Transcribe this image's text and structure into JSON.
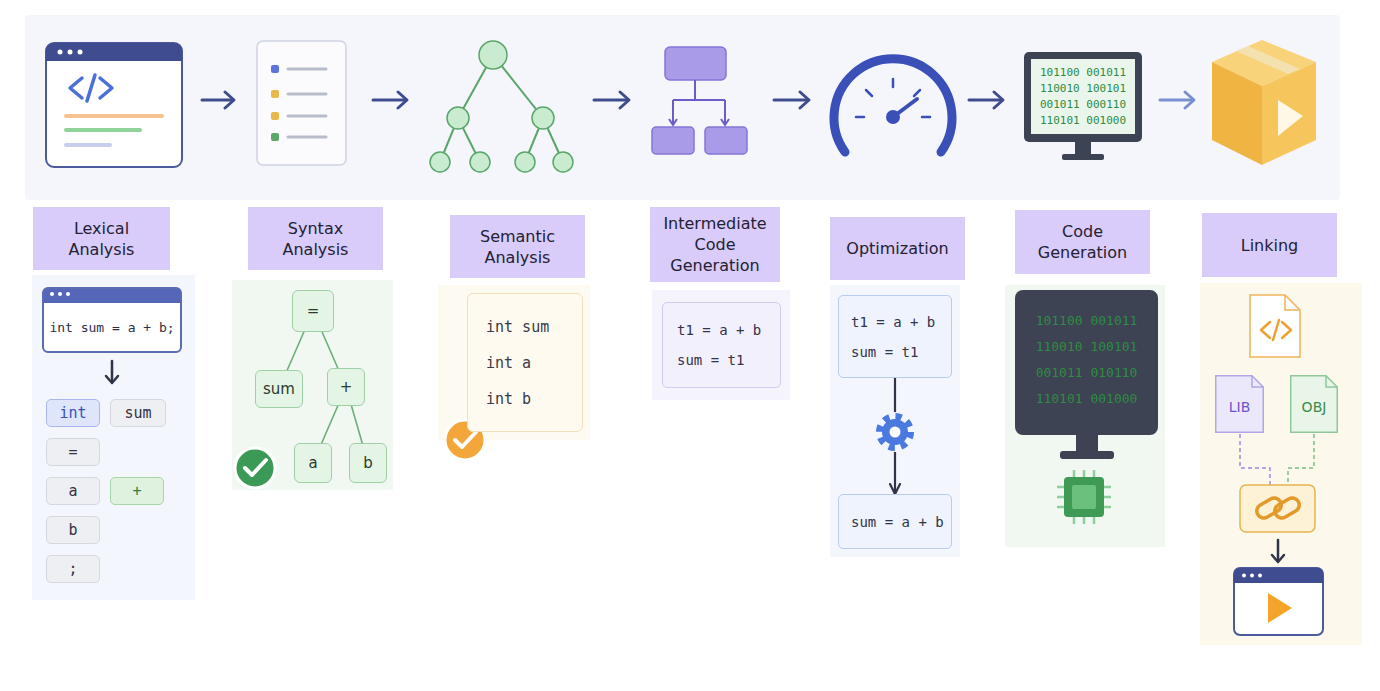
{
  "diagram": {
    "nodes": [
      {
        "text": [
          "101100 001011 110010 100101 001011 000110 110101 001000"
        ]
      },
      {
        "text": [
          "Lexical Analysis"
        ]
      },
      {
        "text": [
          "int sum = a + b;"
        ]
      },
      {
        "text": [
          "int"
        ]
      },
      {
        "text": [
          "sum"
        ]
      },
      {
        "text": [
          "="
        ]
      },
      {
        "text": [
          "a"
        ]
      },
      {
        "text": [
          "+"
        ]
      },
      {
        "text": [
          "b"
        ]
      },
      {
        "text": [
          ";"
        ]
      },
      {
        "text": [
          "Syntax Analysis"
        ]
      },
      {
        "text": [
          "="
        ]
      },
      {
        "text": [
          "sum"
        ]
      },
      {
        "text": [
          "+"
        ]
      },
      {
        "text": [
          "a"
        ]
      },
      {
        "text": [
          "b"
        ]
      },
      {
        "text": [
          "Semantic Analysis"
        ]
      },
      {
        "text": [
          "int sum",
          "int a",
          "int b"
        ]
      },
      {
        "text": [
          "Intermediate Code Generation"
        ]
      },
      {
        "text": [
          "t1 = a + b",
          "sum = t1"
        ]
      },
      {
        "text": [
          "Optimization"
        ]
      },
      {
        "text": [
          "t1 = a + b",
          "sum = t1"
        ]
      },
      {
        "text": [
          "sum = a + b"
        ]
      },
      {
        "text": [
          "Code Generation"
        ]
      },
      {
        "text": [
          "101100 001011 110010 100101 001011 010110 110101 001000"
        ]
      },
      {
        "text": [
          "Linking"
        ]
      },
      {
        "text": [
          "LIB"
        ]
      },
      {
        "text": [
          "OBJ"
        ]
      }
    ],
    "edges": [
      {
        "from": 11,
        "to": 12,
        "arrow": "none"
      },
      {
        "from": 11,
        "to": 13,
        "arrow": "none"
      },
      {
        "from": 13,
        "to": 14,
        "arrow": "none"
      },
      {
        "from": 13,
        "to": 15,
        "arrow": "none"
      },
      {
        "from": 21,
        "to": 22,
        "arrow": "to"
      }
    ]
  }
}
